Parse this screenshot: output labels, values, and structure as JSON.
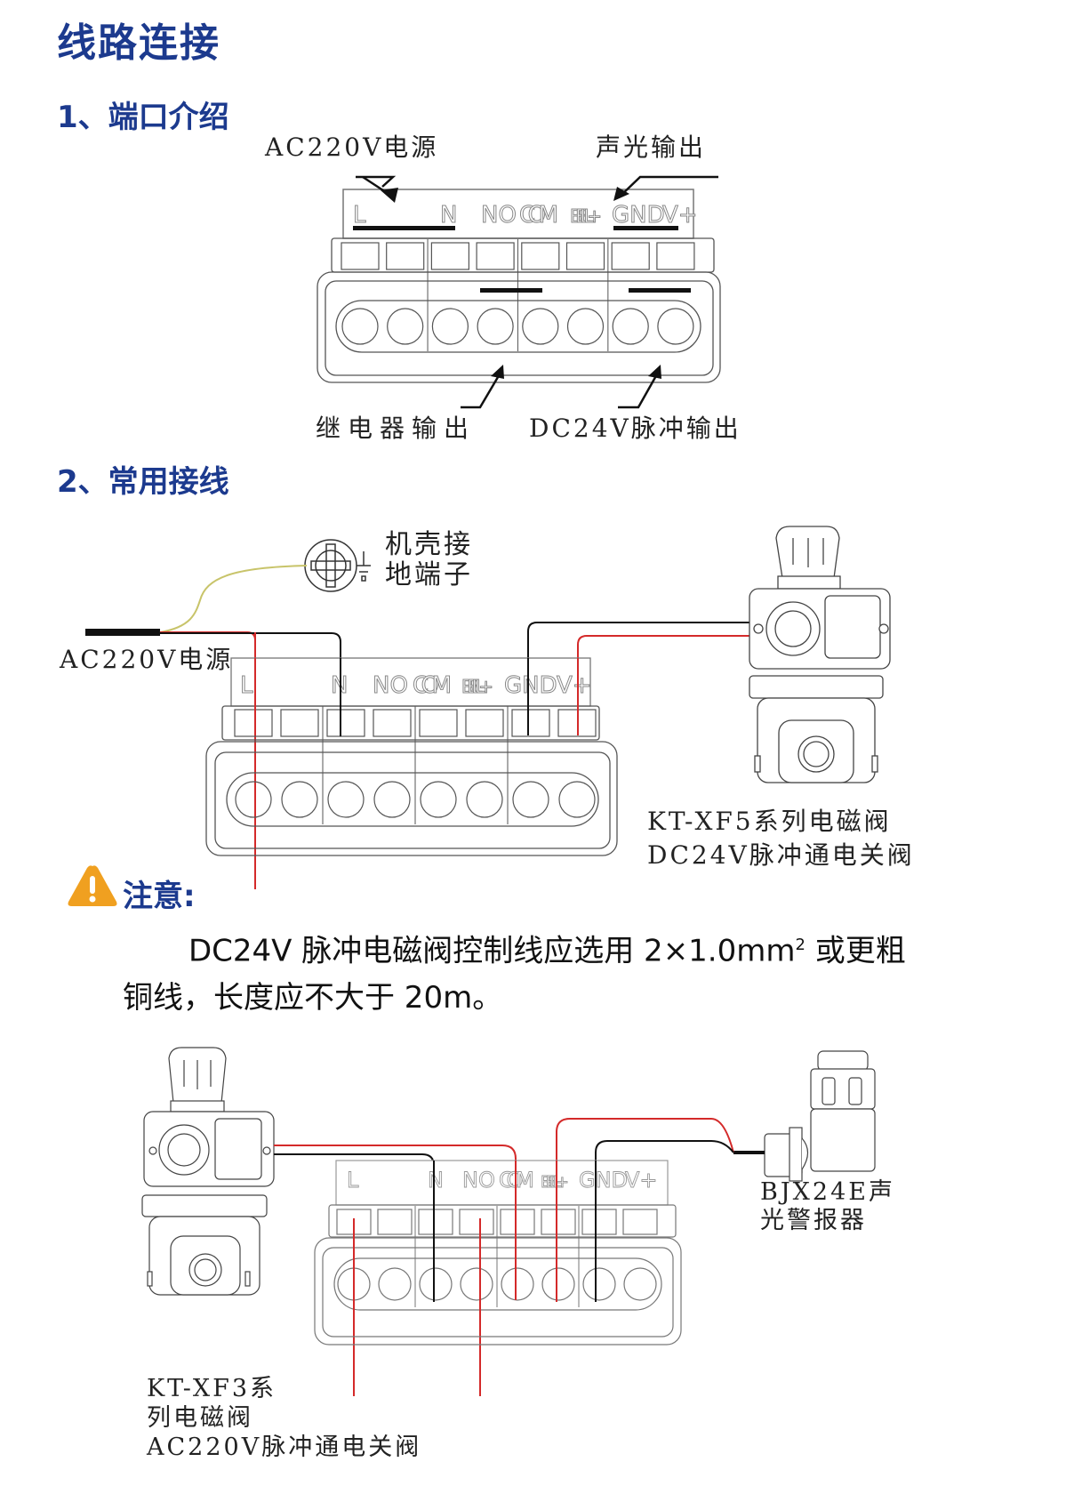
{
  "page": {
    "title": "线路连接",
    "section1": {
      "heading": "1、端口介绍",
      "terminals": [
        "L",
        "N",
        "NO",
        "COM",
        "BELL+",
        "GND",
        "V+"
      ],
      "callouts": {
        "ac_power": "AC220V电源",
        "sound_light_out": "声光输出",
        "relay_out": "继电器输出",
        "dc_pulse_out": "DC24V脉冲输出"
      }
    },
    "section2": {
      "heading": "2、常用接线",
      "diagram1": {
        "power_label": "AC220V电源",
        "ground_label_line1": "机壳接",
        "ground_label_line2": "地端子",
        "valve_label_line1": "KT-XF5系列电磁阀",
        "valve_label_line2": "DC24V脉冲通电关阀",
        "wire_colors": {
          "live": "#d42a2a",
          "neutral": "#111111",
          "ground": "#c8c46a"
        }
      },
      "note": {
        "title": "注意:",
        "line1_prefix": "DC24V 脉冲电磁阀控制线应选用 2×1.0mm",
        "superscript": "2",
        "line1_suffix": " 或更粗",
        "line2": "铜线，长度应不大于 20m。",
        "icon_color": "#f0a020"
      },
      "diagram2": {
        "valve_label_line1": "KT-XF3系",
        "valve_label_line2": "列电磁阀",
        "valve_label_line3": "AC220V脉冲通电关阀",
        "alarm_label_line1": "BJX24E声",
        "alarm_label_line2": "光警报器"
      }
    }
  }
}
